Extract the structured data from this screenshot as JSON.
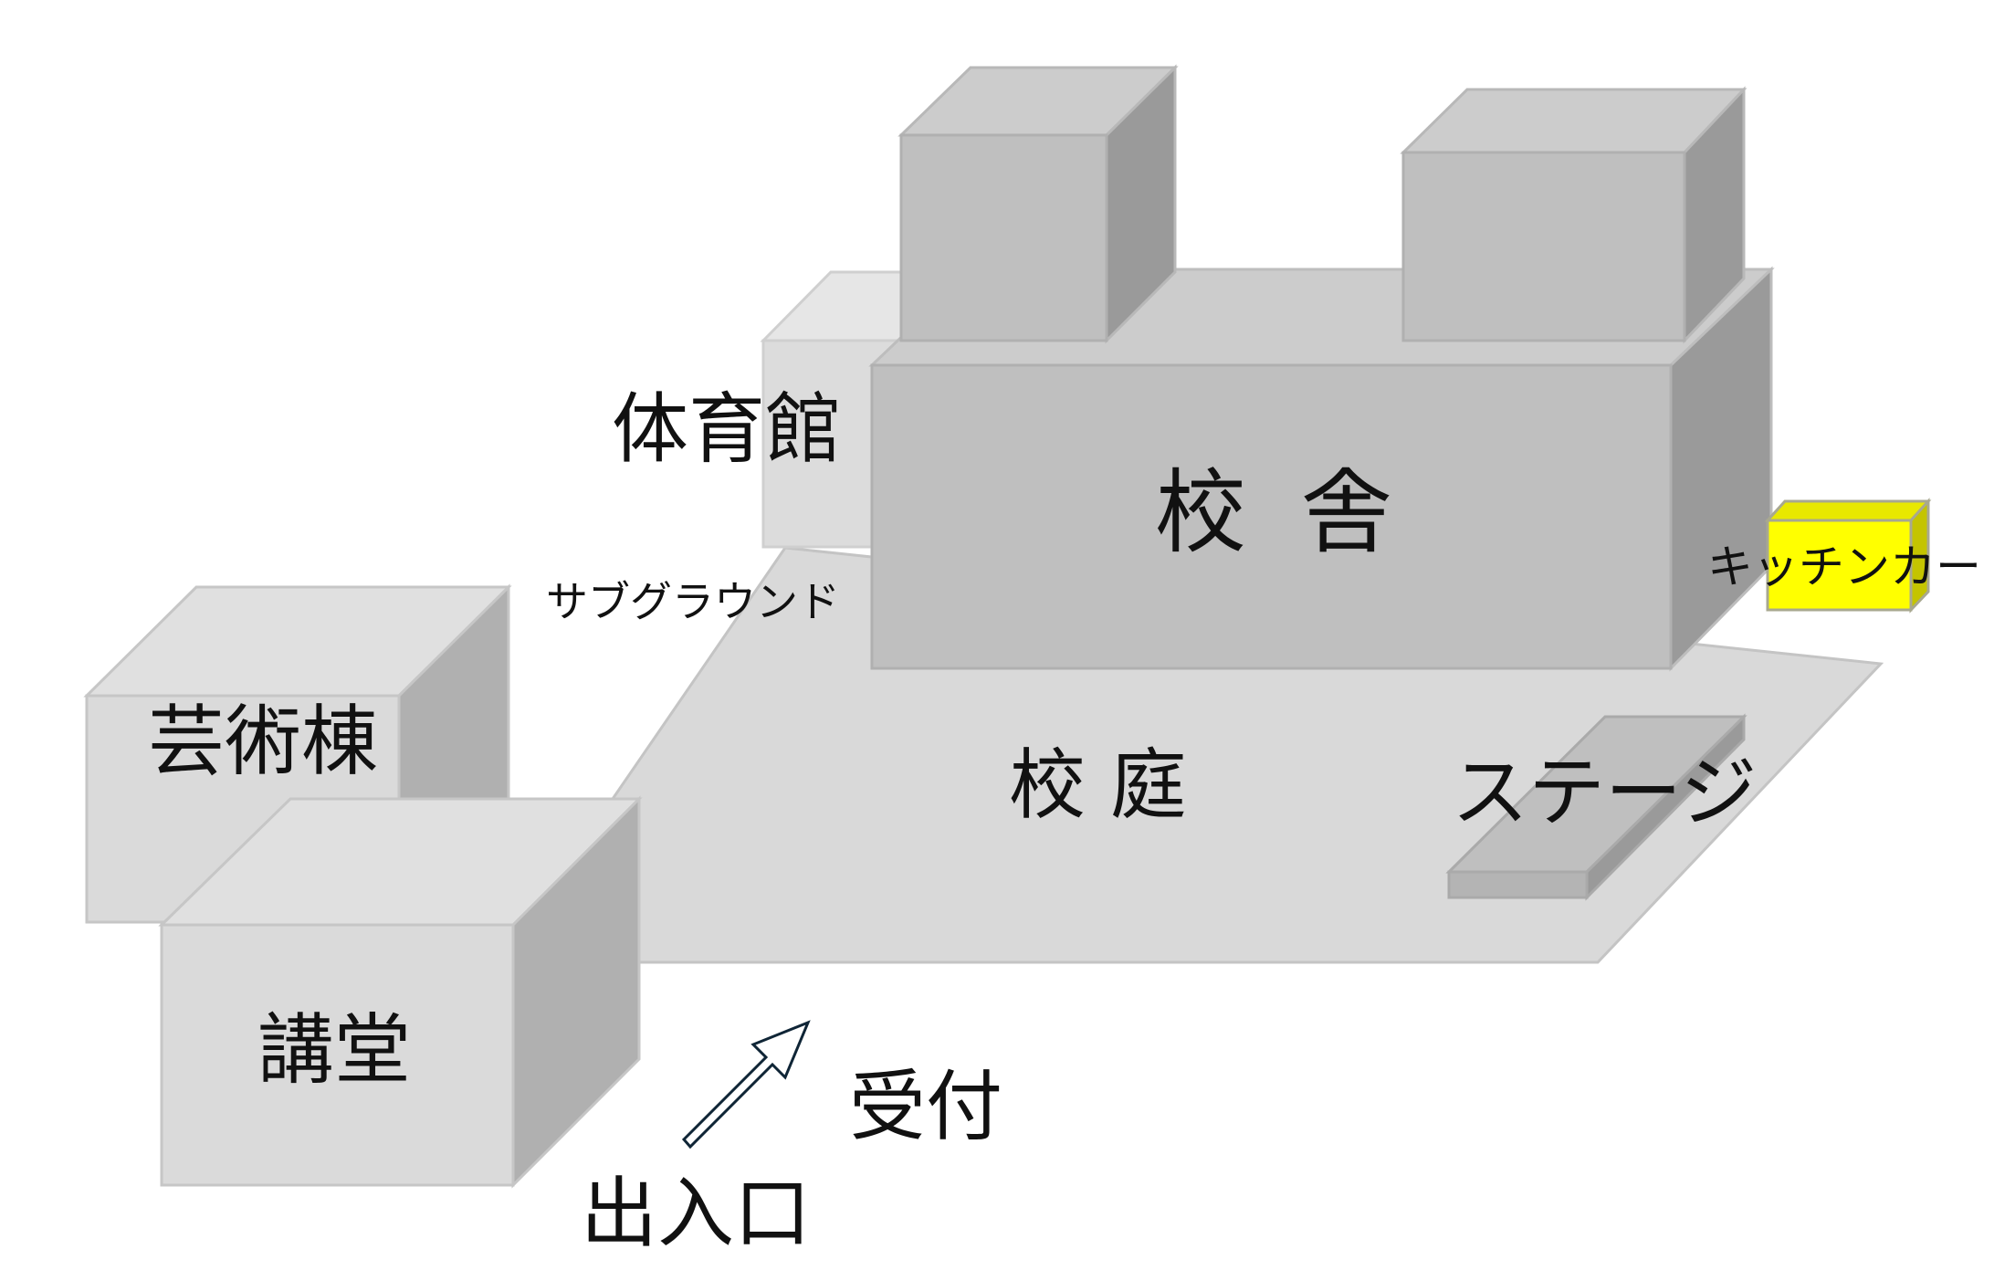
{
  "labels": {
    "school_building": "校 舎",
    "gymnasium": "体育館",
    "sub_ground": "サブグラウンド",
    "arts_building": "芸術棟",
    "courtyard": "校 庭",
    "stage": "ステージ",
    "kitchen_car": "キッチンカー",
    "auditorium": "講堂",
    "reception": "受付",
    "entrance": "出入口"
  },
  "colors": {
    "ground": "#d9d9d9",
    "building_front": "#bfbfbf",
    "building_side": "#9a9a9a",
    "building_top": "#cccccc",
    "kitchen_car": "#ffff00",
    "arrow_stroke": "#0f2536"
  }
}
